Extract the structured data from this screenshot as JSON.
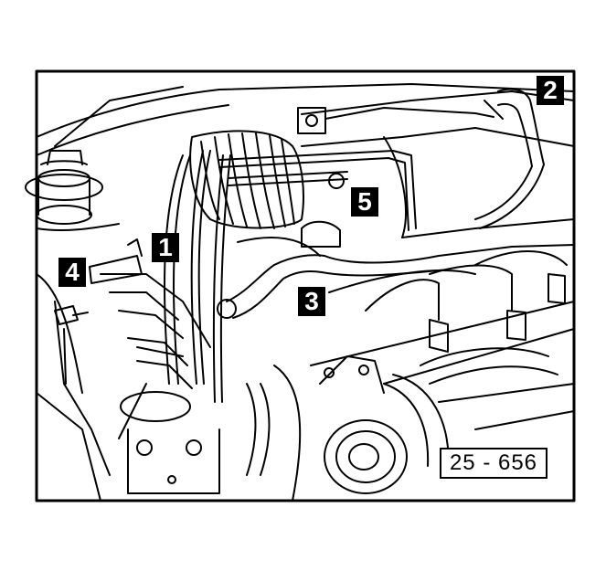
{
  "callouts": [
    {
      "id": "1",
      "label": "1"
    },
    {
      "id": "2",
      "label": "2"
    },
    {
      "id": "3",
      "label": "3"
    },
    {
      "id": "4",
      "label": "4"
    },
    {
      "id": "5",
      "label": "5"
    }
  ],
  "reference_number": "25 - 656",
  "colors": {
    "ink": "#000000",
    "paper": "#ffffff"
  }
}
